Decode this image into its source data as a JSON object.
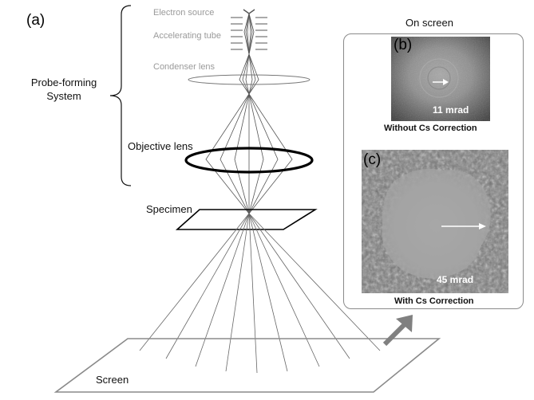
{
  "labels": {
    "panel_a": "(a)",
    "electron_source": "Electron source",
    "accelerating_tube": "Accelerating tube",
    "condenser_lens": "Condenser lens",
    "probe_forming_system": "Probe-forming\nSystem",
    "objective_lens": "Objective lens",
    "specimen": "Specimen",
    "screen": "Screen",
    "on_screen": "On screen"
  },
  "panels": {
    "b": {
      "label": "(b)",
      "angle": "11 mrad",
      "caption": "Without Cs Correction"
    },
    "c": {
      "label": "(c)",
      "angle": "45 mrad",
      "caption": "With Cs Correction"
    }
  },
  "colors": {
    "line": "#555555",
    "lens_thick": "#000000",
    "screen_frame": "#8a8a8a",
    "arrow": "#808080"
  }
}
